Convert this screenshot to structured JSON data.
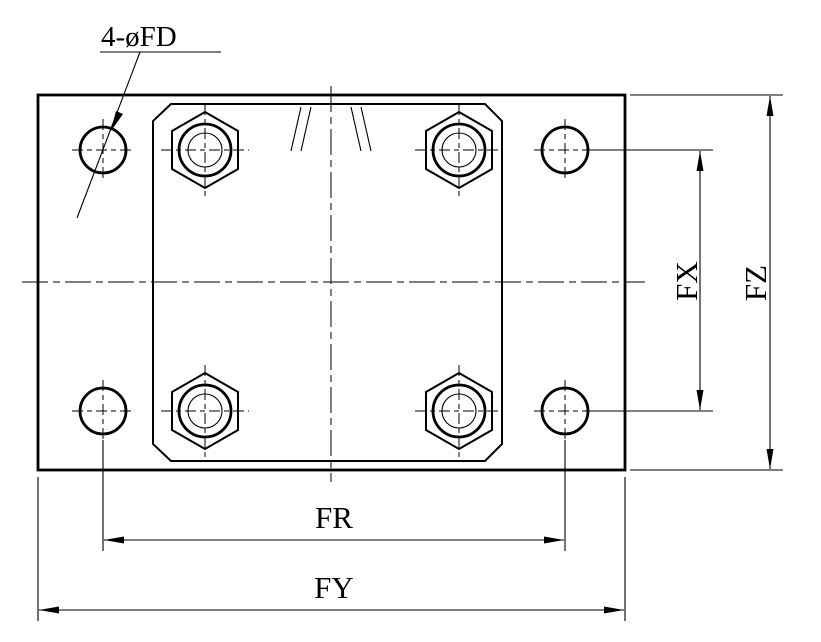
{
  "drawing": {
    "callout": {
      "label": "4-øFD"
    },
    "dimensions": {
      "fx": {
        "label": "FX"
      },
      "fz": {
        "label": "FZ"
      },
      "fr": {
        "label": "FR"
      },
      "fy": {
        "label": "FY"
      }
    },
    "colors": {
      "line": "#000000",
      "background": "#ffffff"
    }
  }
}
